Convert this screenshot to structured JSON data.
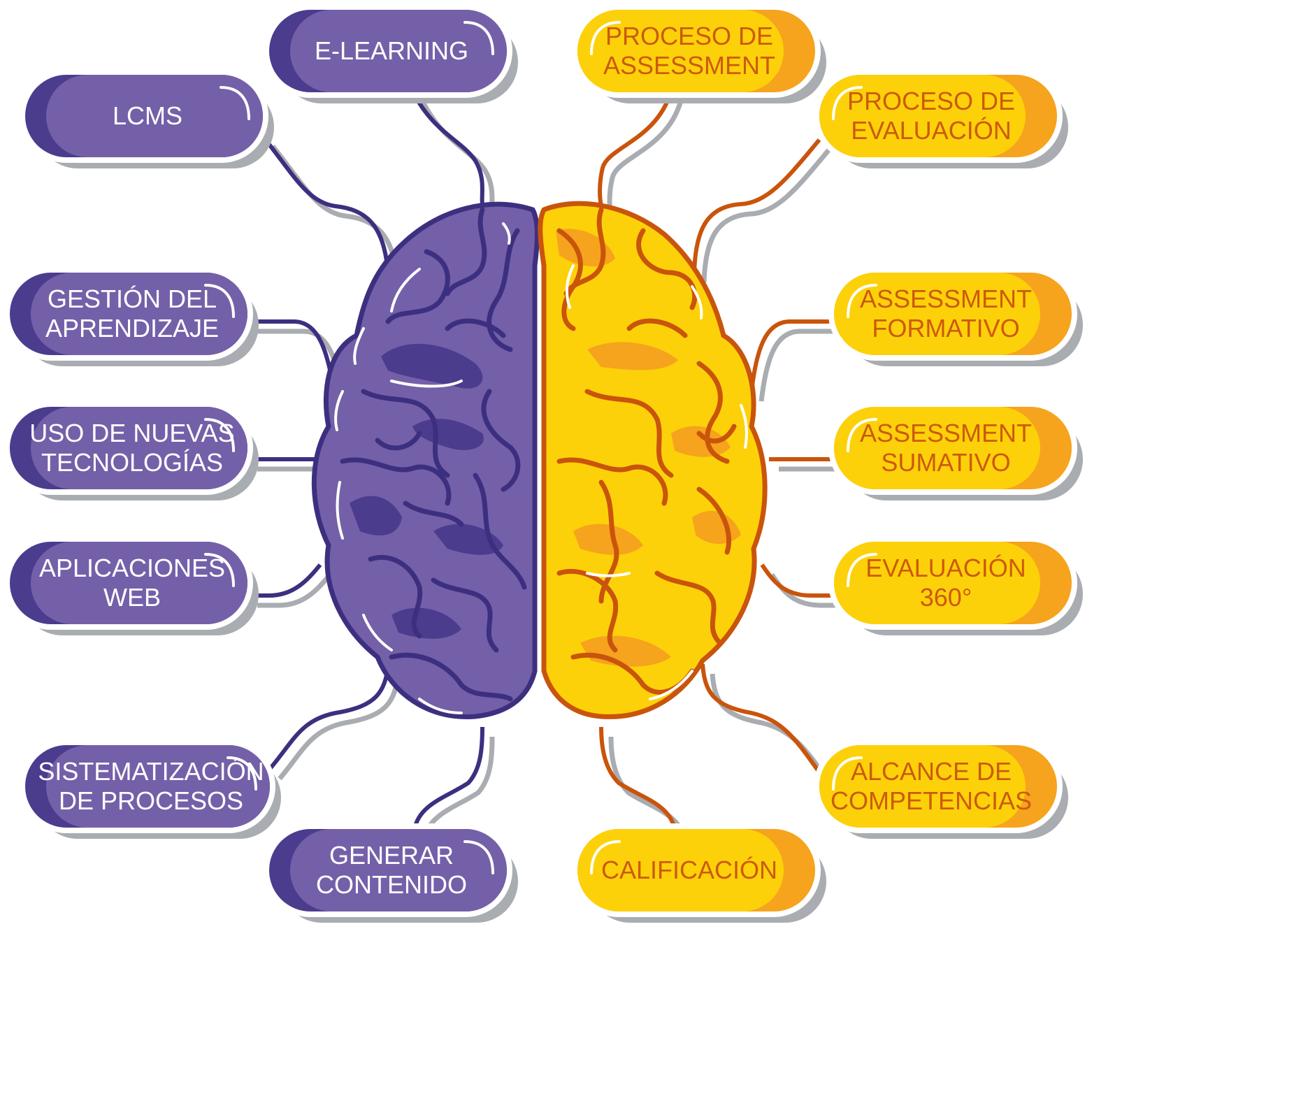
{
  "colors": {
    "left_fill": "#7460a8",
    "left_dark": "#4b3c8e",
    "left_outline": "#3d2f80",
    "right_fill": "#fdd10a",
    "right_dark": "#f6a31d",
    "right_outline": "#c9540b",
    "right_text": "#cc5a0c",
    "shadow": "#a9acb1"
  },
  "left_nodes": [
    {
      "id": "e-learning",
      "lines": [
        "E-LEARNING"
      ]
    },
    {
      "id": "lcms",
      "lines": [
        "LCMS"
      ]
    },
    {
      "id": "gestion",
      "lines": [
        "GESTIÓN DEL",
        "APRENDIZAJE"
      ]
    },
    {
      "id": "nuevas-tecnologias",
      "lines": [
        "USO DE NUEVAS",
        "TECNOLOGÍAS"
      ]
    },
    {
      "id": "aplicaciones-web",
      "lines": [
        "APLICACIONES",
        "WEB"
      ]
    },
    {
      "id": "sistematizacion",
      "lines": [
        "SISTEMATIZACIÓN",
        "DE PROCESOS"
      ]
    },
    {
      "id": "generar-contenido",
      "lines": [
        "GENERAR",
        "CONTENIDO"
      ]
    }
  ],
  "right_nodes": [
    {
      "id": "proceso-assessment",
      "lines": [
        "PROCESO DE",
        "ASSESSMENT"
      ]
    },
    {
      "id": "proceso-evaluacion",
      "lines": [
        "PROCESO DE",
        "EVALUACIÓN"
      ]
    },
    {
      "id": "assessment-formativo",
      "lines": [
        "ASSESSMENT",
        "FORMATIVO"
      ]
    },
    {
      "id": "assessment-sumativo",
      "lines": [
        "ASSESSMENT",
        "SUMATIVO"
      ]
    },
    {
      "id": "evaluacion-360",
      "lines": [
        "EVALUACIÓN",
        "360°"
      ]
    },
    {
      "id": "alcance-competencias",
      "lines": [
        "ALCANCE DE",
        "COMPETENCIAS"
      ]
    },
    {
      "id": "calificacion",
      "lines": [
        "CALIFICACIÓN"
      ]
    }
  ]
}
